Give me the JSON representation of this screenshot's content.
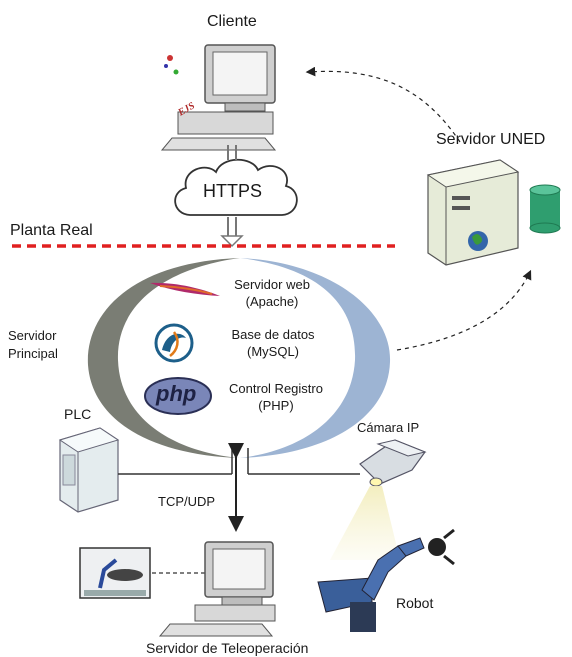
{
  "labels": {
    "cliente": "Cliente",
    "https": "HTTPS",
    "planta_real": "Planta Real",
    "servidor_uned": "Servidor UNED",
    "servidor_principal_1": "Servidor",
    "servidor_principal_2": "Principal",
    "servidor_web_1": "Servidor web",
    "servidor_web_2": "(Apache)",
    "base_datos_1": "Base de datos",
    "base_datos_2": "(MySQL)",
    "control_1": "Control Registro",
    "control_2": "(PHP)",
    "plc": "PLC",
    "camara": "Cámara IP",
    "tcp": "TCP/UDP",
    "robot": "Robot",
    "servidor_teleop": "Servidor de Teleoperación",
    "ejs_logo": "EJS",
    "php_logo": "php"
  },
  "colors": {
    "dashed_line": "#e02020",
    "ring_left": "#7a7d74",
    "ring_right": "#9db4d3",
    "monitor": "#c8c8c8",
    "server_body": "#e6ebd8",
    "database": "#2f9e6f",
    "robot": "#3a5f9a"
  },
  "icons": [
    "ejs-icon",
    "client-computer-icon",
    "cloud-icon",
    "server-uned-icon",
    "database-icon",
    "apache-feather-icon",
    "mysql-icon",
    "php-icon",
    "plc-icon",
    "ip-camera-icon",
    "teleop-computer-icon",
    "robot-arm-icon",
    "robot-scene-icon"
  ]
}
